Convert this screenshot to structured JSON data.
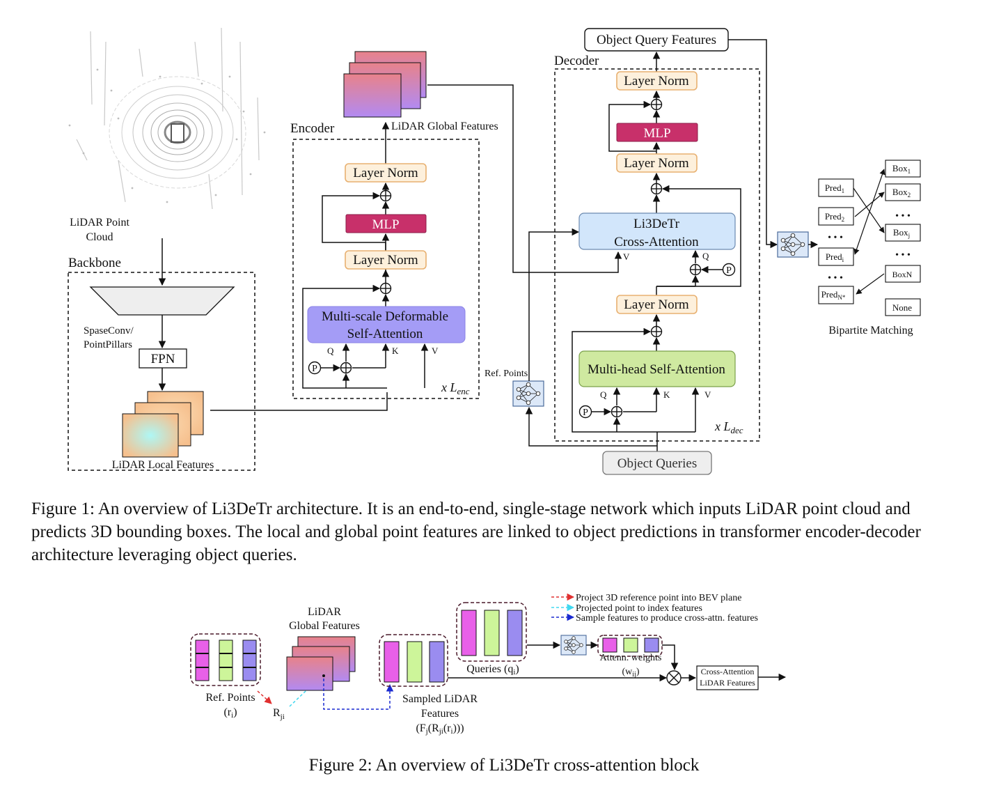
{
  "figure1": {
    "backbone": {
      "title": "Backbone",
      "input_label_line1": "LiDAR Point",
      "input_label_line2": "Cloud",
      "sparse_label_line1": "SpaseConv/",
      "sparse_label_line2": "PointPillars",
      "fpn_label": "FPN",
      "local_features_label": "LiDAR Local Features"
    },
    "encoder": {
      "title": "Encoder",
      "global_features_label": "LiDAR Global Features",
      "layer_norm_top": "Layer Norm",
      "mlp": "MLP",
      "layer_norm_bottom": "Layer Norm",
      "attention_line1": "Multi-scale Deformable",
      "attention_line2": "Self-Attention",
      "q": "Q",
      "k": "K",
      "v": "V",
      "pos": "P",
      "repeat_prefix": "x L",
      "repeat_sub": "enc"
    },
    "ref_points_label": "Ref. Points",
    "decoder": {
      "title": "Decoder",
      "output_label": "Object Query Features",
      "layer_norm_top": "Layer Norm",
      "mlp": "MLP",
      "layer_norm_mid": "Layer Norm",
      "cross_line1": "Li3DeTr",
      "cross_line2": "Cross-Attention",
      "layer_norm_low": "Layer Norm",
      "self_attention": "Multi-head Self-Attention",
      "q": "Q",
      "k": "K",
      "v": "V",
      "pos": "P",
      "repeat_prefix": "x L",
      "repeat_sub": "dec",
      "queries_label": "Object Queries"
    },
    "matching": {
      "title": "Bipartite Matching",
      "preds": [
        {
          "main": "Pred",
          "sub": "1"
        },
        {
          "main": "Pred",
          "sub": "2"
        },
        {
          "main": "Pred",
          "sub": "i"
        },
        {
          "main": "Pred",
          "sub": "N*"
        }
      ],
      "boxes": [
        {
          "main": "Box",
          "sub": "1"
        },
        {
          "main": "Box",
          "sub": "2"
        },
        {
          "main": "Box",
          "sub": "j"
        },
        {
          "main": "BoxN",
          "sub": ""
        },
        {
          "main": "None",
          "sub": ""
        }
      ],
      "ellipsis": "• • •"
    }
  },
  "caption1": "Figure 1: An overview of Li3DeTr architecture. It is an end-to-end, single-stage network which inputs LiDAR point cloud and predicts 3D bounding boxes. The local and global point features are linked to object predictions in transformer encoder-decoder architecture leveraging object queries.",
  "figure2": {
    "legend": [
      {
        "text": "Project 3D reference point into BEV plane",
        "color": "#e03030"
      },
      {
        "text": "Projected point to index features",
        "color": "#40d8f0"
      },
      {
        "text": "Sample features to produce cross-attn. features",
        "color": "#1a2ad0"
      }
    ],
    "global_line1": "LiDAR",
    "global_line2": "Global Features",
    "ref_line1": "Ref. Points",
    "ref_line2_main": "(r",
    "ref_line2_sub": "i",
    "ref_line2_end": ")",
    "rji_main": "R",
    "rji_sub": "ji",
    "sampled_line1": "Sampled LiDAR",
    "sampled_line2": "Features",
    "sampled_line3_a": "(F",
    "sampled_line3_b": "j",
    "sampled_line3_c": "(R",
    "sampled_line3_d": "ji",
    "sampled_line3_e": "(r",
    "sampled_line3_f": "i",
    "sampled_line3_g": ")))",
    "queries_main": "Queries  (q",
    "queries_sub": "i",
    "queries_end": ")",
    "weights_line1": "Attenn. weights",
    "weights_line2_main": "(w",
    "weights_line2_sub": "ij",
    "weights_line2_end": ")",
    "output_line1": "Cross-Attention",
    "output_line2": "LiDAR Features"
  },
  "caption2": "Figure 2: An overview of Li3DeTr cross-attention block",
  "colors": {
    "layer_norm_fill": "#fdf0dc",
    "layer_norm_stroke": "#e8b070",
    "mlp_fill": "#c8306a",
    "deform_fill": "#a49cf6",
    "cross_fill": "#d2e6fb",
    "self_attn_fill": "#cfe9a0",
    "magenta": "#e860e8",
    "green": "#cdf59a",
    "violet": "#9a8cf0"
  }
}
